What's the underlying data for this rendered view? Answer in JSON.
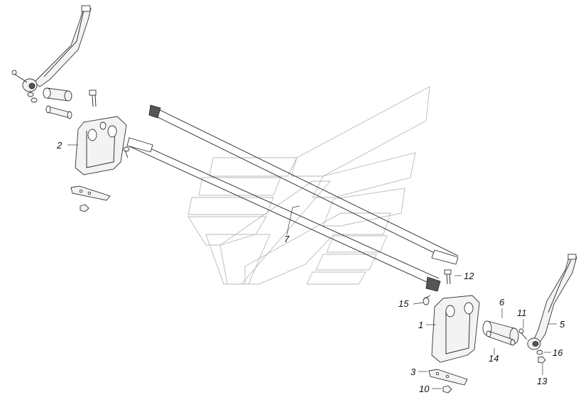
{
  "diagram": {
    "labels": {
      "l1": "1",
      "l2": "2",
      "l3": "3",
      "l5": "5",
      "l6": "6",
      "l7": "7",
      "l10": "10",
      "l11": "11",
      "l12": "12",
      "l13": "13",
      "l14": "14",
      "l15": "15",
      "l16": "16"
    },
    "watermark": "kamaz-emblem",
    "line_color": "#222222",
    "watermark_color": "#b9b9b9"
  }
}
